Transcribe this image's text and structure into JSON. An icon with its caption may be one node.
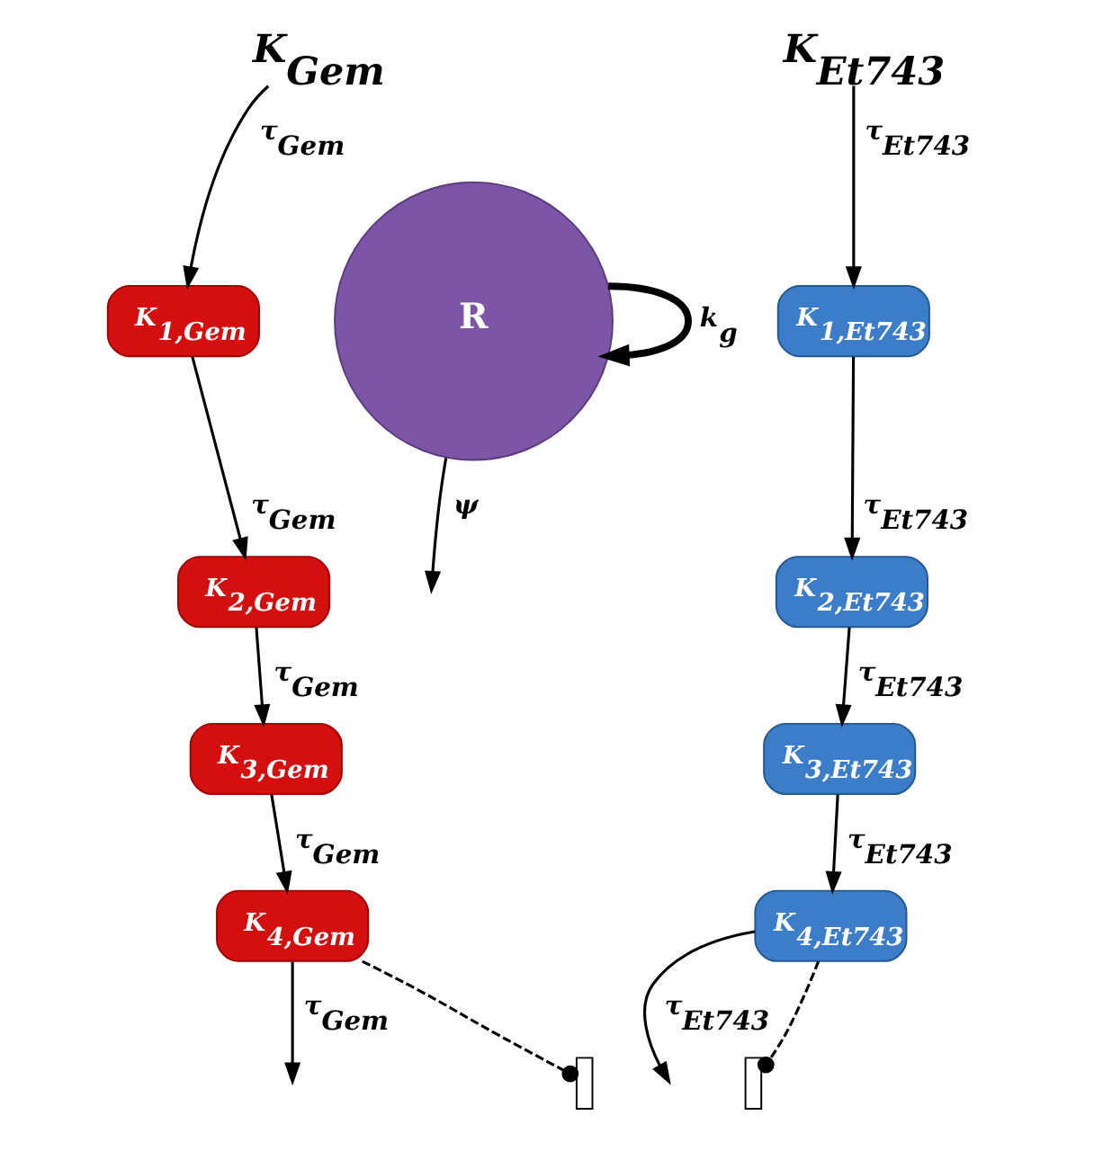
{
  "diagram": {
    "nodes": [
      {
        "text": [
          "K$_{Gem}$"
        ]
      },
      {
        "text": [
          "K$_{1,Gem}$"
        ]
      },
      {
        "text": [
          "K$_{2,Gem}$"
        ]
      },
      {
        "text": [
          "K$_{3,Gem}$"
        ]
      },
      {
        "text": [
          "K$_{4,Gem}$"
        ]
      },
      {
        "text": [
          "K$_{Et743}$"
        ]
      },
      {
        "text": [
          "K$_{1,Et743}$"
        ]
      },
      {
        "text": [
          "K$_{2,Et743}$"
        ]
      },
      {
        "text": [
          "K$_{3,Et743}$"
        ]
      },
      {
        "text": [
          "K$_{4,Et743}$"
        ]
      },
      {
        "text": [
          "R"
        ]
      },
      {
        "text": [],
        "shape": "bar"
      },
      {
        "text": [],
        "shape": "bar"
      }
    ],
    "edges": [
      {
        "from": 0,
        "to": 1,
        "arrow": "to",
        "label": "τ$_{Gem}$"
      },
      {
        "from": 1,
        "to": 2,
        "arrow": "to",
        "label": "τ$_{Gem}$"
      },
      {
        "from": 2,
        "to": 3,
        "arrow": "to",
        "label": "τ$_{Gem}$"
      },
      {
        "from": 3,
        "to": 4,
        "arrow": "to",
        "label": "τ$_{Gem}$"
      },
      {
        "from": 4,
        "to": null,
        "arrow": "to",
        "label": "τ$_{Gem}$"
      },
      {
        "from": 5,
        "to": 6,
        "arrow": "to",
        "label": "τ$_{Et743}$"
      },
      {
        "from": 6,
        "to": 7,
        "arrow": "to",
        "label": "τ$_{Et743}$"
      },
      {
        "from": 7,
        "to": 8,
        "arrow": "to",
        "label": "τ$_{Et743}$"
      },
      {
        "from": 8,
        "to": 9,
        "arrow": "to",
        "label": "τ$_{Et743}$"
      },
      {
        "from": 9,
        "to": null,
        "arrow": "to",
        "label": "τ$_{Et743}$"
      },
      {
        "from": 10,
        "to": 10,
        "arrow": "to",
        "label": "k$_{g}$",
        "style": "thick"
      },
      {
        "from": 10,
        "to": null,
        "arrow": "to",
        "label": "ψ"
      },
      {
        "from": 4,
        "to": 11,
        "arrow": "other",
        "style": "dashed"
      },
      {
        "from": 9,
        "to": 12,
        "arrow": "other",
        "style": "dashed"
      }
    ]
  }
}
